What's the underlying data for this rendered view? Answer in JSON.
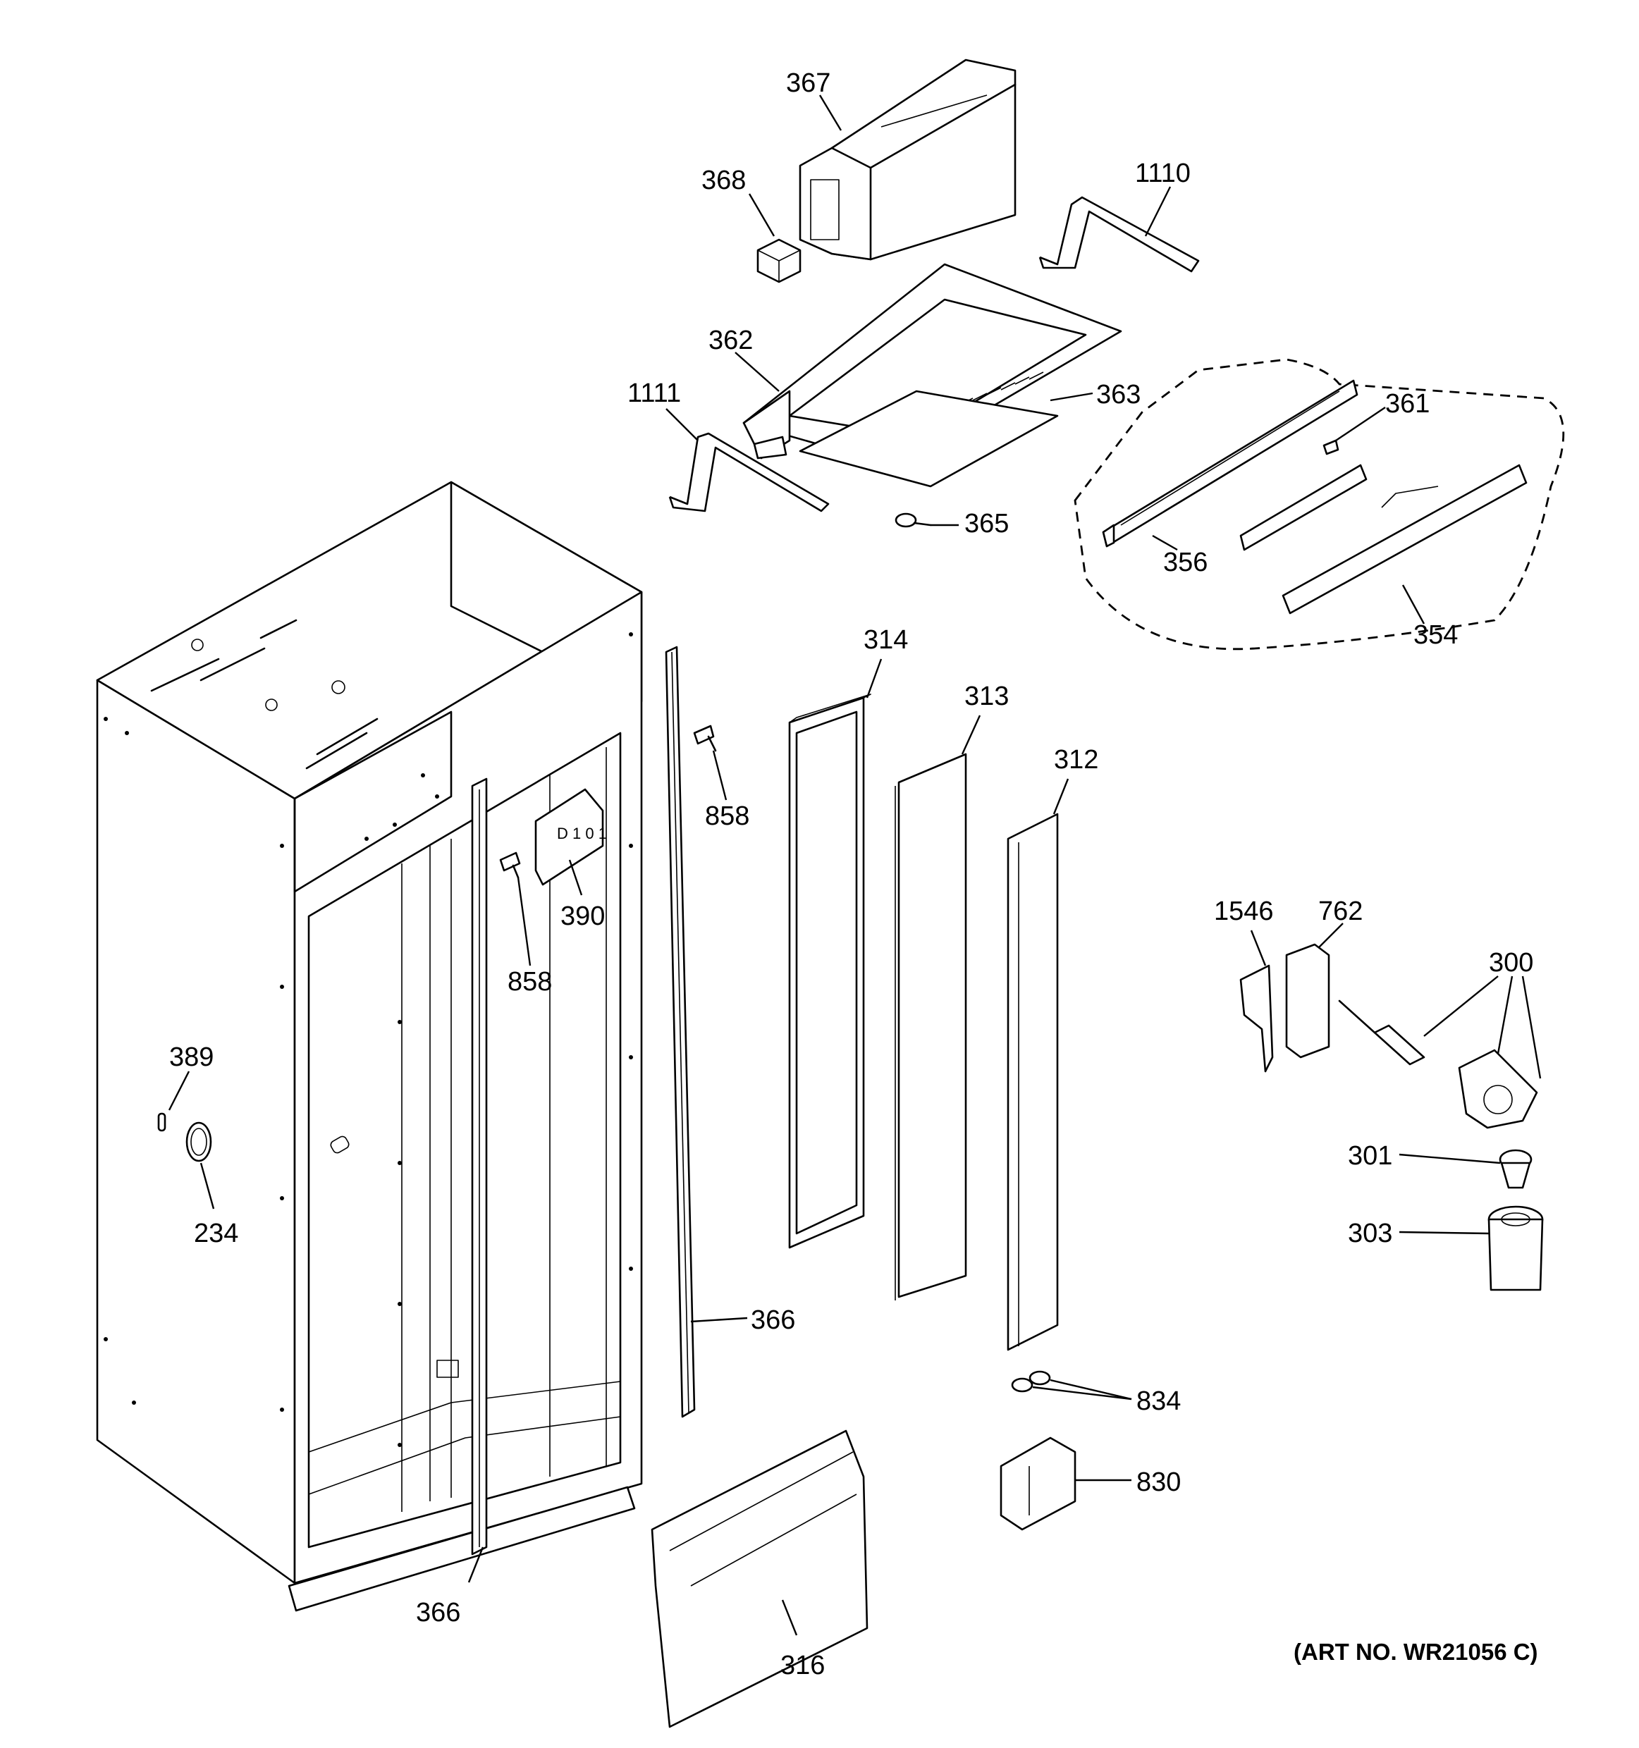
{
  "parts": {
    "p367": "367",
    "p368": "368",
    "p1110": "1110",
    "p362": "362",
    "p1111": "1111",
    "p363": "363",
    "p361": "361",
    "p365": "365",
    "p356": "356",
    "p354": "354",
    "p314": "314",
    "p313": "313",
    "p312": "312",
    "p858a": "858",
    "p858b": "858",
    "p390": "390",
    "p1546": "1546",
    "p762": "762",
    "p300": "300",
    "p389": "389",
    "p234": "234",
    "p301": "301",
    "p303": "303",
    "p366a": "366",
    "p366b": "366",
    "p834": "834",
    "p830": "830",
    "p316": "316"
  },
  "art_number": "(ART NO. WR21056 C)"
}
